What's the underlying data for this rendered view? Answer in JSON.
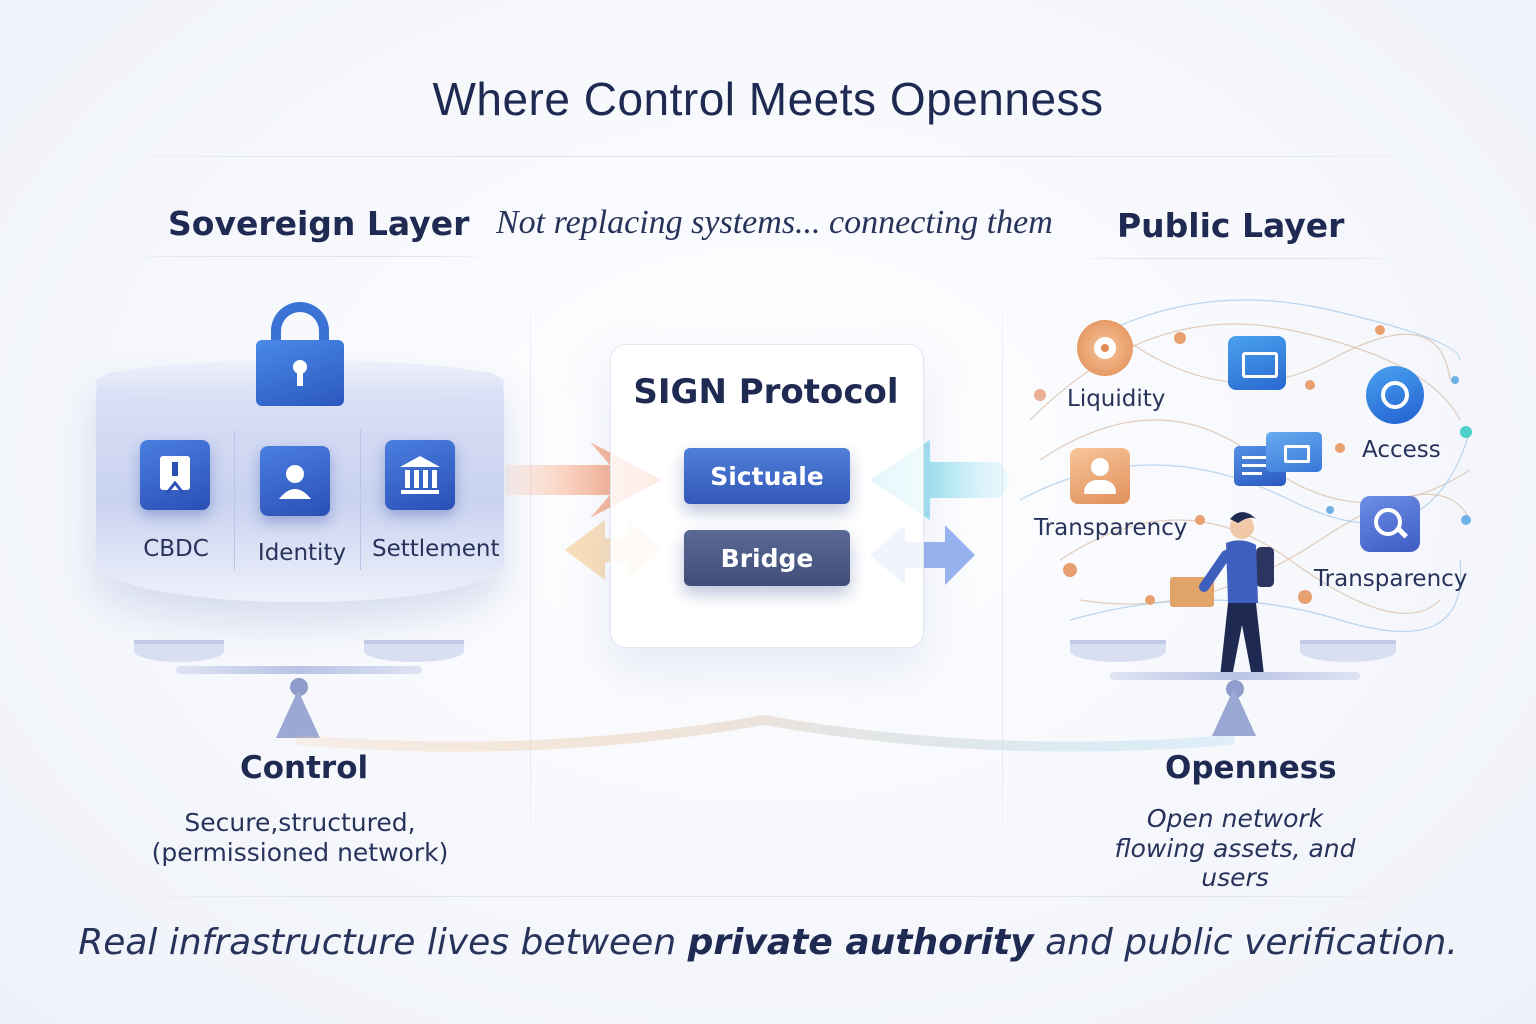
{
  "title": "Where Control Meets Openness",
  "left_header": "Sovereign Layer",
  "tagline": "Not replacing systems... connecting them",
  "right_header": "Public Layer",
  "sovereign": {
    "items": [
      {
        "label": "CBDC",
        "icon": "bookmark-shield-icon"
      },
      {
        "label": "Identity",
        "icon": "user-icon"
      },
      {
        "label": "Settlement",
        "icon": "bank-icon"
      }
    ],
    "lock_icon": "lock-icon"
  },
  "protocol": {
    "title": "SIGN Protocol",
    "buttons": [
      "Sictuale",
      "Bridge"
    ]
  },
  "public": {
    "nodes": [
      "Liquidity",
      "Access",
      "Transparency",
      "Transparency"
    ]
  },
  "control": {
    "title": "Control",
    "line1": "Secure,structured,",
    "line2": "(permissioned network)"
  },
  "openness": {
    "title": "Openness",
    "line1": "Open network",
    "line2": "flowing assets, and users"
  },
  "footer": {
    "part1": "Real infrastructure lives between ",
    "bold": "private authority",
    "part2": " and public verification."
  },
  "colors": {
    "primary_blue": "#2f5fc8",
    "navy": "#1f2a52",
    "orange_arrow": "#f47a45",
    "cyan_arrow": "#3ec8e0"
  }
}
